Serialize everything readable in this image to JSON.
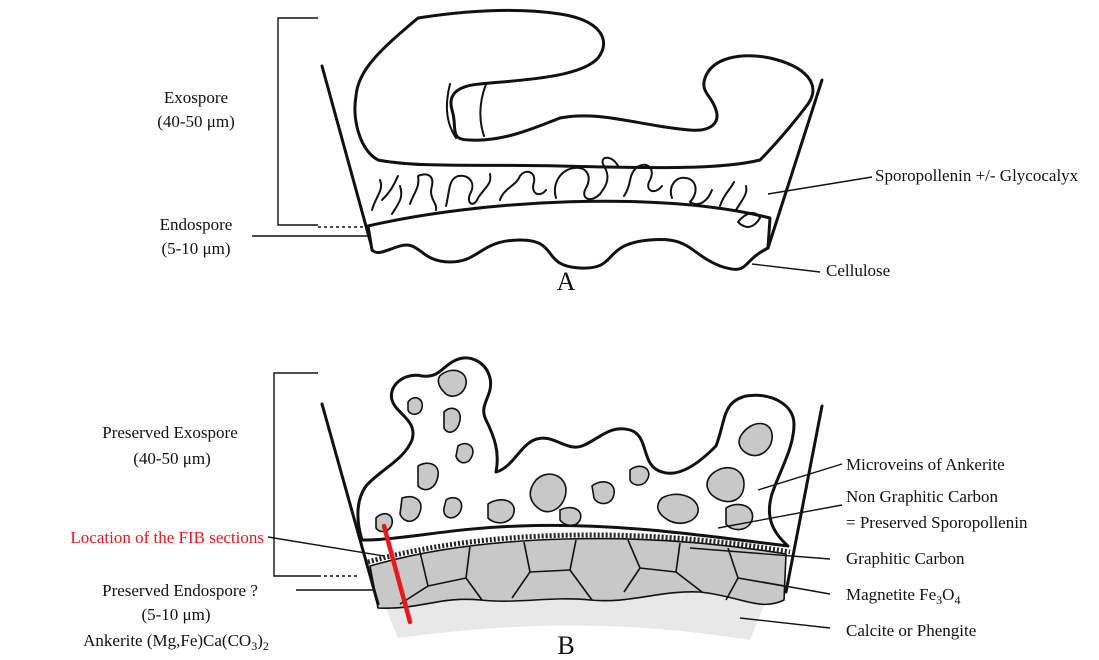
{
  "panel_a": {
    "letter": "A",
    "labels": {
      "exospore": "Exospore",
      "exospore_size": "(40-50 μm)",
      "endospore": "Endospore",
      "endospore_size": "(5-10 μm)",
      "sporopollenin": "Sporopollenin +/- Glycocalyx",
      "cellulose": "Cellulose"
    }
  },
  "panel_b": {
    "letter": "B",
    "labels": {
      "preserved_exospore": "Preserved Exospore",
      "preserved_exospore_size": "(40-50 μm)",
      "fib_location": "Location of the FIB sections",
      "preserved_endospore": "Preserved Endospore ?",
      "preserved_endospore_size": "(5-10 μm)",
      "ankerite_prefix": "Ankerite (Mg,Fe)Ca(CO",
      "ankerite_sub3": "3",
      "ankerite_close": ")",
      "ankerite_sub2": "2",
      "microveins": "Microveins of Ankerite",
      "non_graphitic": "Non Graphitic Carbon",
      "preserved_sporopollenin": "= Preserved Sporopollenin",
      "graphitic": "Graphitic Carbon",
      "magnetite_prefix": "Magnetite Fe",
      "magnetite_sub3": "3",
      "magnetite_o": "O",
      "magnetite_sub4": "4",
      "calcite": "Calcite or Phengite"
    }
  },
  "colors": {
    "fib_highlight": "#e8191c",
    "mineral_grey": "#c8c8c8",
    "substrate_grey": "#e8e8e8",
    "outline": "#111111"
  }
}
